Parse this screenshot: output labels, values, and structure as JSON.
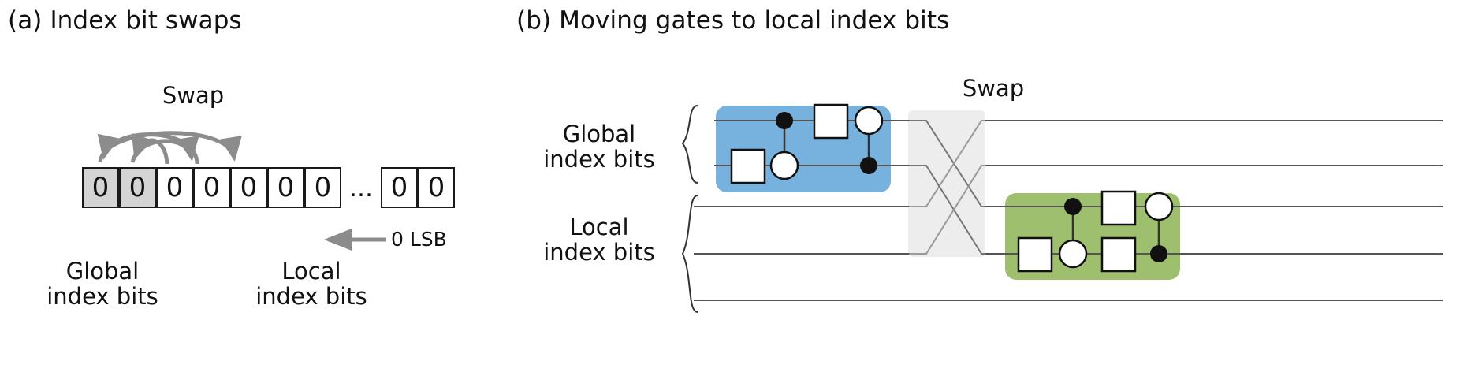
{
  "panel_a": {
    "title": "(a) Index bit swaps",
    "swap_label": "Swap",
    "bits_left": [
      "0",
      "0",
      "0",
      "0",
      "0",
      "0",
      "0"
    ],
    "bits_shaded_count": 2,
    "ellipsis": "…",
    "bits_right": [
      "0",
      "0"
    ],
    "lsb_label": "0 LSB",
    "global_label_line1": "Global",
    "global_label_line2": "index bits",
    "local_label_line1": "Local",
    "local_label_line2": "index bits",
    "arrow_color": "#8c8c8c",
    "shaded_color": "#d4d4d4"
  },
  "panel_b": {
    "title": "(b) Moving gates to local index bits",
    "swap_label": "Swap",
    "global_label_line1": "Global",
    "global_label_line2": "index bits",
    "local_label_line1": "Local",
    "local_label_line2": "index bits",
    "block_blue_color": "#77b2de",
    "block_green_color": "#9dbf6e",
    "swap_region_color": "#ededed",
    "wire_color": "#555555",
    "wires": 5,
    "blue_block_gates": [
      {
        "type": "box",
        "wire": 2
      },
      {
        "type": "control-filled",
        "wire": 1
      },
      {
        "type": "target-open",
        "wire": 2
      },
      {
        "type": "box",
        "wire": 1
      },
      {
        "type": "target-open",
        "wire": 1
      },
      {
        "type": "control-filled",
        "wire": 2
      }
    ],
    "green_block_gates": [
      {
        "type": "box",
        "wire": 4
      },
      {
        "type": "control-filled",
        "wire": 3
      },
      {
        "type": "target-open",
        "wire": 4
      },
      {
        "type": "box",
        "wire": 3
      },
      {
        "type": "box",
        "wire": 4
      },
      {
        "type": "target-open",
        "wire": 3
      },
      {
        "type": "control-filled",
        "wire": 4
      }
    ]
  }
}
